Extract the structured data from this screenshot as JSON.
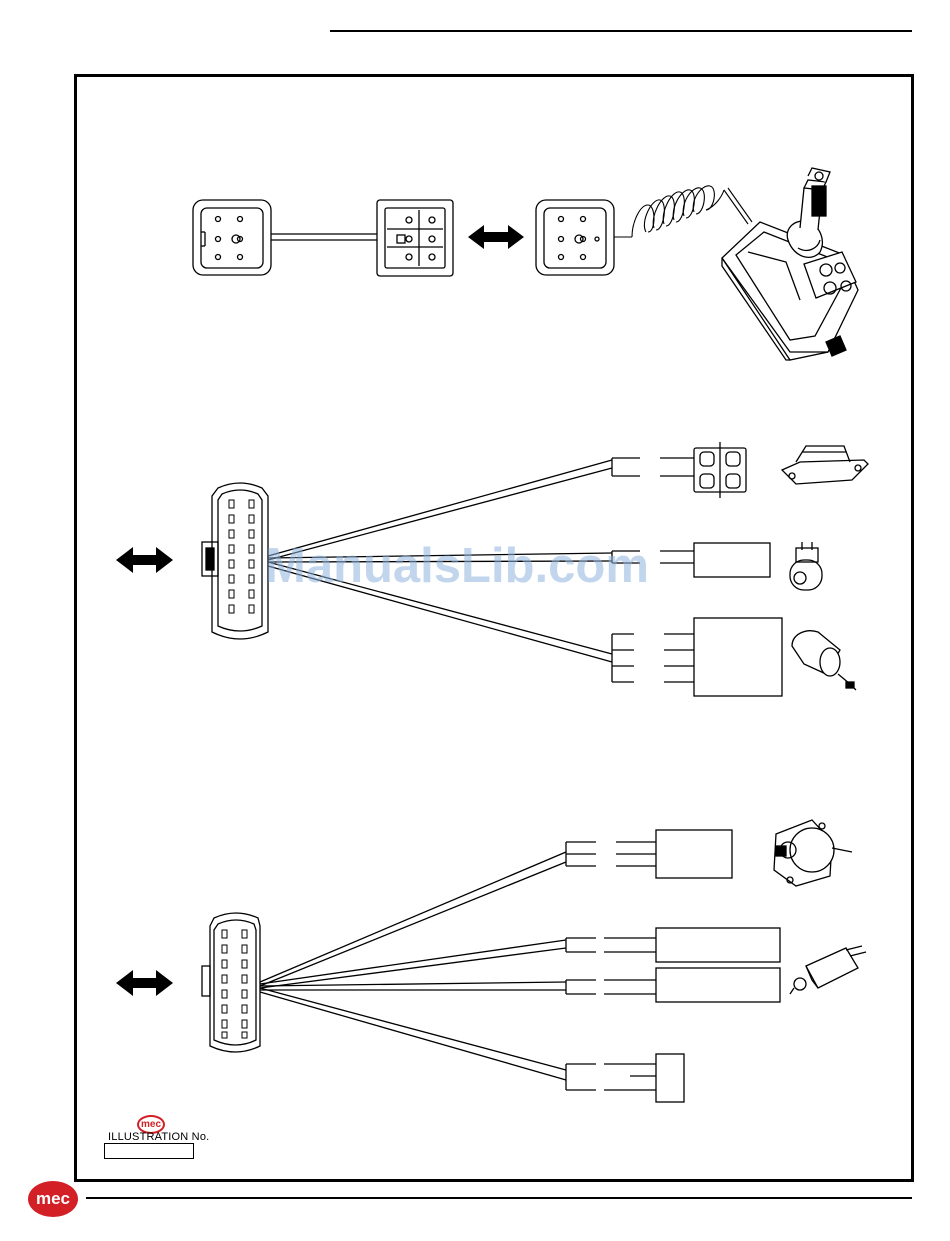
{
  "header": {
    "rule": true
  },
  "watermark": {
    "text": "ManualsLib.com"
  },
  "illustration_tag": {
    "logo": "mec",
    "label": "ILLUSTRATION No.",
    "number": ""
  },
  "footer": {
    "logo": "mec"
  },
  "colors": {
    "brand_red": "#d31f26",
    "watermark_blue": "#8fb3df",
    "line": "#000000"
  },
  "diagram": {
    "section_1": {
      "name": "joystick harness",
      "arrow": "double-arrow"
    },
    "section_2": {
      "name": "16-pin harness with switch, coil and actuator",
      "arrow": "double-arrow"
    },
    "section_3": {
      "name": "16-pin harness with sensor and switches",
      "arrow": "double-arrow"
    }
  }
}
